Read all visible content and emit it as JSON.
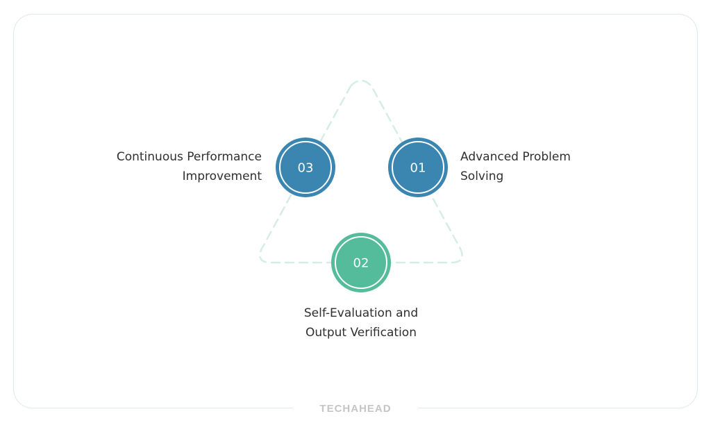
{
  "steps": {
    "s01": {
      "number": "01",
      "label_line1": "Advanced Problem",
      "label_line2": "Solving",
      "color": "#3a86b1"
    },
    "s02": {
      "number": "02",
      "label_line1": "Self-Evaluation and",
      "label_line2": "Output Verification",
      "color": "#55bc9b"
    },
    "s03": {
      "number": "03",
      "label_line1": "Continuous Performance",
      "label_line2": "Improvement",
      "color": "#3a86b1"
    }
  },
  "brand": {
    "text": "TECHAHEAD"
  },
  "colors": {
    "triangle_dash": "#d6ece6",
    "node_outer_ring": "#ffffff",
    "frame_border": "#dfe8ec"
  }
}
